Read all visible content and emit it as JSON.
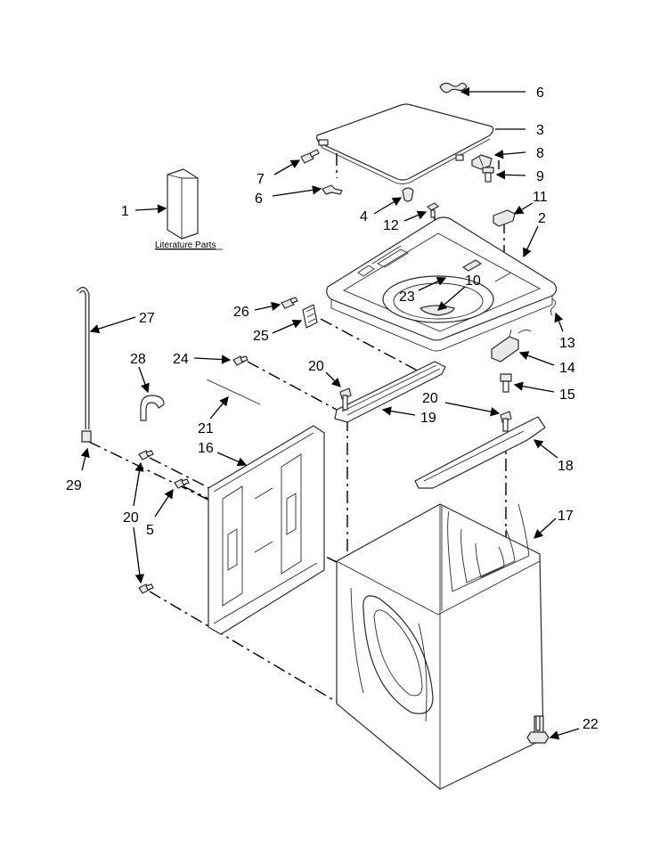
{
  "literature_label": "Literature Parts",
  "callouts": [
    {
      "id": "c6a",
      "text": "6"
    },
    {
      "id": "c3",
      "text": "3"
    },
    {
      "id": "c8",
      "text": "8"
    },
    {
      "id": "c9",
      "text": "9"
    },
    {
      "id": "c7",
      "text": "7"
    },
    {
      "id": "c6b",
      "text": "6"
    },
    {
      "id": "c1",
      "text": "1"
    },
    {
      "id": "c4",
      "text": "4"
    },
    {
      "id": "c12",
      "text": "12"
    },
    {
      "id": "c11",
      "text": "11"
    },
    {
      "id": "c2",
      "text": "2"
    },
    {
      "id": "c10",
      "text": "10"
    },
    {
      "id": "c23",
      "text": "23"
    },
    {
      "id": "c27",
      "text": "27"
    },
    {
      "id": "c26",
      "text": "26"
    },
    {
      "id": "c25",
      "text": "25"
    },
    {
      "id": "c13",
      "text": "13"
    },
    {
      "id": "c14",
      "text": "14"
    },
    {
      "id": "c15",
      "text": "15"
    },
    {
      "id": "c28",
      "text": "28"
    },
    {
      "id": "c24",
      "text": "24"
    },
    {
      "id": "c20a",
      "text": "20"
    },
    {
      "id": "c20b",
      "text": "20"
    },
    {
      "id": "c19",
      "text": "19"
    },
    {
      "id": "c21",
      "text": "21"
    },
    {
      "id": "c16",
      "text": "16"
    },
    {
      "id": "c18",
      "text": "18"
    },
    {
      "id": "c29",
      "text": "29"
    },
    {
      "id": "c20c",
      "text": "20"
    },
    {
      "id": "c5",
      "text": "5"
    },
    {
      "id": "c17",
      "text": "17"
    },
    {
      "id": "c22",
      "text": "22"
    }
  ]
}
